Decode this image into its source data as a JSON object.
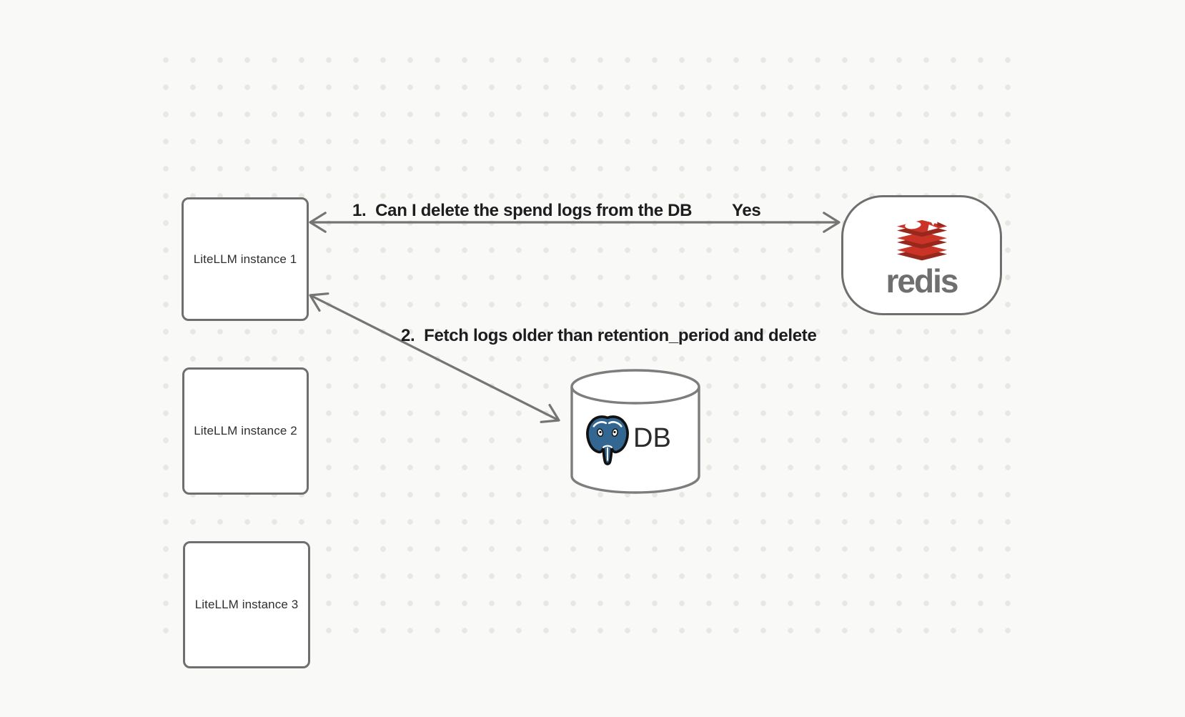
{
  "nodes": {
    "instance1": {
      "label": "LiteLLM instance 1"
    },
    "instance2": {
      "label": "LiteLLM instance 2"
    },
    "instance3": {
      "label": "LiteLLM instance 3"
    },
    "redis": {
      "label": "redis"
    },
    "db": {
      "label": "DB"
    }
  },
  "arrows": {
    "arrow1": {
      "label": "1.  Can I delete the spend logs from the DB",
      "answer": "Yes"
    },
    "arrow2": {
      "label": "2.  Fetch logs older than retention_period and delete"
    }
  },
  "colors": {
    "background": "#f9f9f7",
    "dot_grid": "#e7e7e4",
    "shape_border": "#6f6f6f",
    "arrow_gray": "#757575",
    "label_text": "#1d1d1f",
    "node_text": "#2f2f2f",
    "redis_red": "#cb3327",
    "redis_dark_red": "#96281d",
    "redis_wordmark_gray": "#6f6f6f",
    "postgres_blue": "#336791",
    "db_text": "#2b2b2b"
  }
}
